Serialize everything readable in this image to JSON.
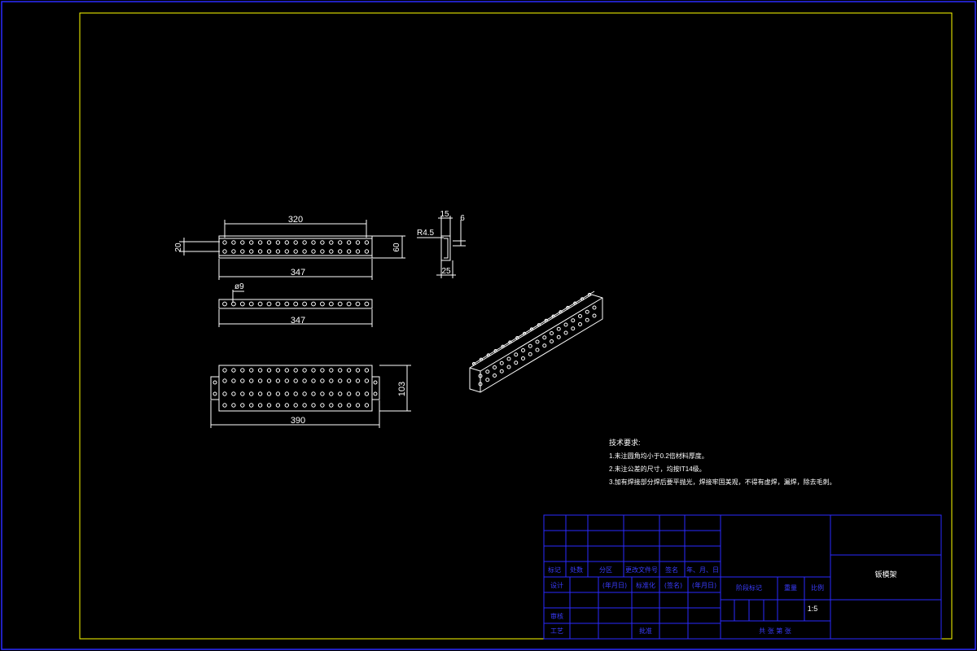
{
  "drawing": {
    "dimensions": {
      "top_length_320": "320",
      "top_length_347": "347",
      "height_20": "20",
      "height_60": "60",
      "side_15": "15",
      "side_6": "6",
      "radius": "R4.5",
      "side_25": "25",
      "hole_dia": "ø9",
      "mid_length_347": "347",
      "bottom_width_103": "103",
      "bottom_length_390": "390"
    },
    "tech_notes": {
      "heading": "技术要求:",
      "line1": "1.未注圆角均小于0.2倍材料厚度。",
      "line2": "2.未注公差的尺寸，均按IT14级。",
      "line3": "3.加有焊接部分焊后要平抛光，焊接牢固美观，不得有虚焊，漏焊，除去毛刺。"
    }
  },
  "title_block": {
    "part_name": "钣模架",
    "scale": "1:5",
    "row_headers": [
      "标记",
      "处数",
      "分区",
      "更改文件号",
      "签名",
      "年、月、日"
    ],
    "design": "设计",
    "sign_date_1": "(年月日)",
    "standardize": "标准化",
    "sign_1": "(签名)",
    "sign_date_2": "(年月日)",
    "review": "审核",
    "process": "工艺",
    "approve": "批准",
    "stage_mark": "阶段标记",
    "weight": "重量",
    "ratio": "比例",
    "sheet_info": "共  张  第  张"
  },
  "colors": {
    "background": "#000000",
    "frame": "#ffff00",
    "outer_border": "#2a2aff",
    "lines": "#ffffff",
    "table_lines": "#2a2aff",
    "title_block_text": "#3a3cff"
  }
}
